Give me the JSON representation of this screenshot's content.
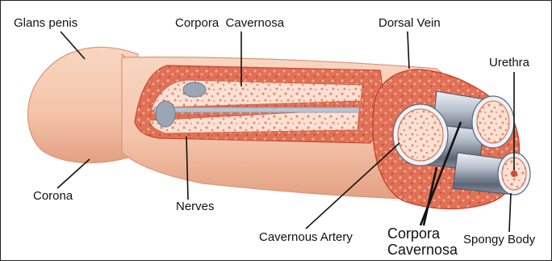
{
  "labels": {
    "glans_penis": "Glans penis",
    "corpora_cavernosa_top": "Corpora  Cavernosa",
    "dorsal_vein": "Dorsal Vein",
    "urethra": "Urethra",
    "corona": "Corona",
    "nerves": "Nerves",
    "cavernous_artery": "Cavernous Artery",
    "corpora_cavernosa_bottom_line1": "Corpora",
    "corpora_cavernosa_bottom_line2": "Cavernosa",
    "spongy_body": "Spongy Body"
  },
  "colors": {
    "skin": "#f4c5aa",
    "skin_shadow": "#e5a487",
    "tissue_red": "#e07156",
    "tissue_dark": "#c9452f",
    "spongy_fill": "#fbe1d4",
    "sheath_gray": "#9aa6b6",
    "sheath_dark": "#5d6675",
    "leader_line": "#111111"
  }
}
